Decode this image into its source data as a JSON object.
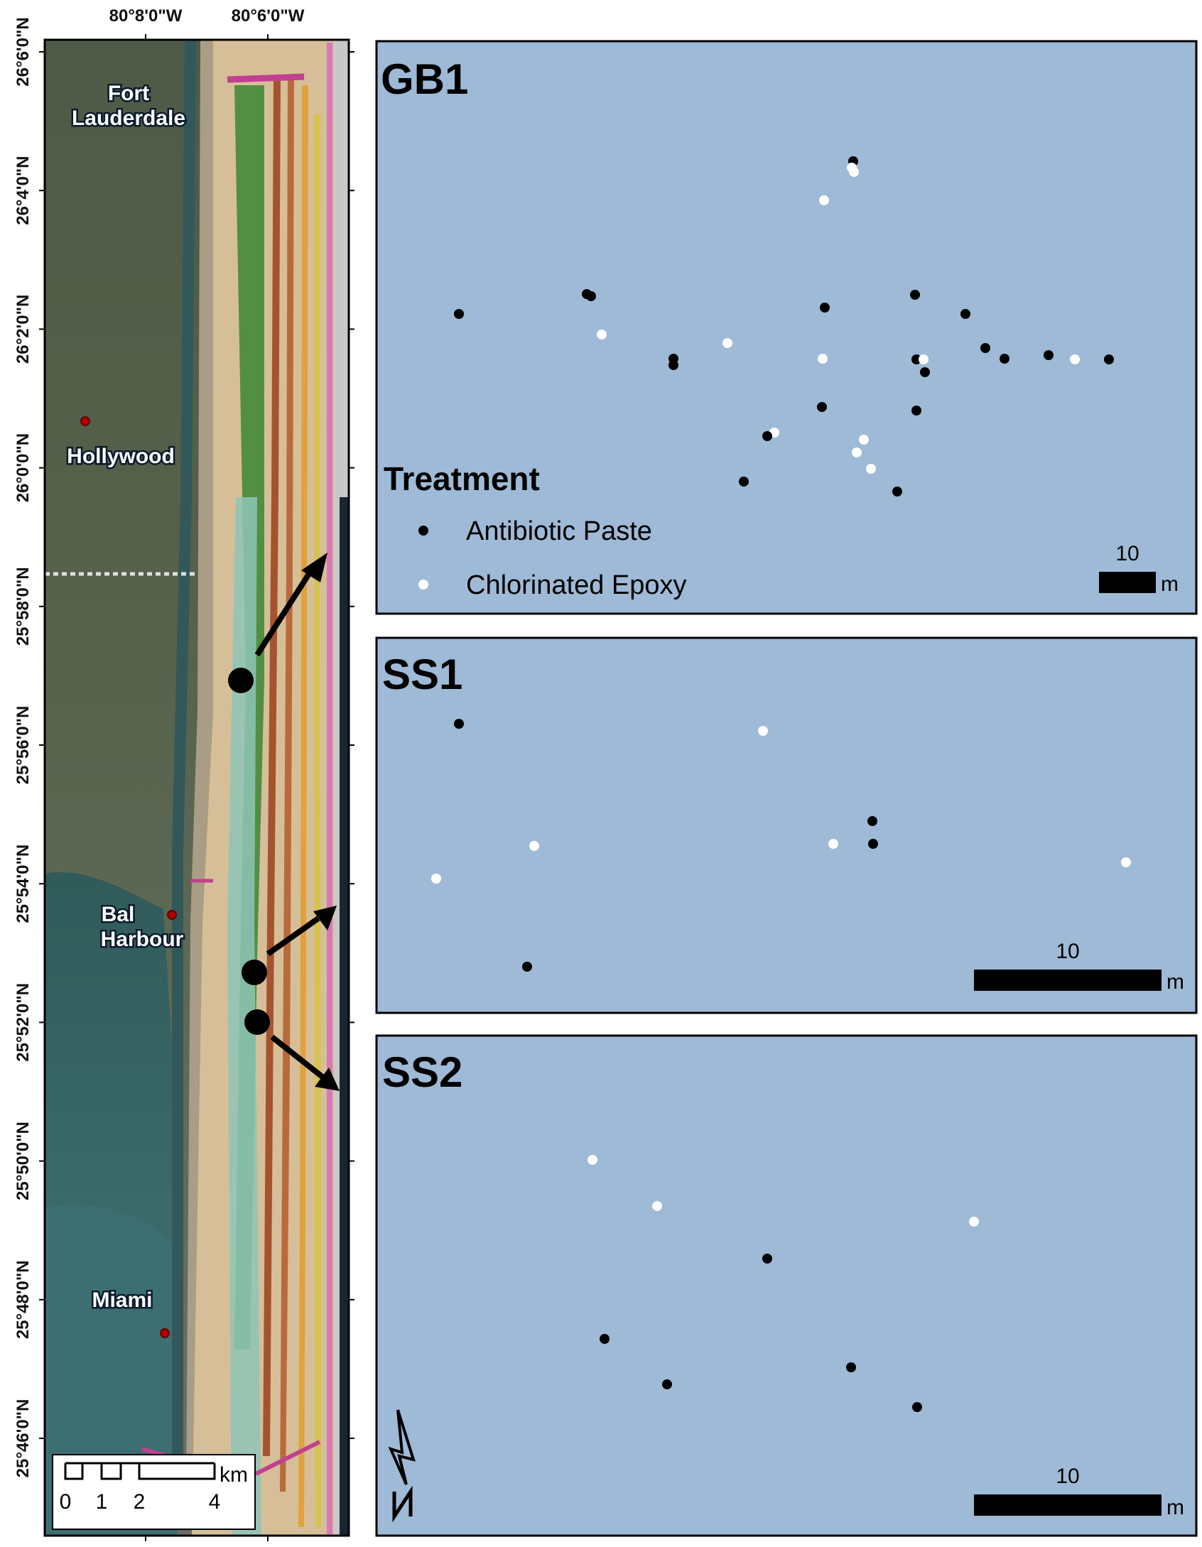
{
  "map": {
    "lon_labels": [
      "80°8'0\"W",
      "80°6'0\"W"
    ],
    "lat_labels": [
      "26°6'0\"N",
      "26°4'0\"N",
      "26°2'0\"N",
      "26°0'0\"N",
      "25°58'0\"N",
      "25°56'0\"N",
      "25°54'0\"N",
      "25°52'0\"N",
      "25°50'0\"N",
      "25°48'0\"N",
      "25°46'0\"N"
    ],
    "cities": [
      {
        "lines": [
          "Fort",
          "Lauderdale"
        ]
      },
      {
        "lines": [
          "Hollywood"
        ]
      },
      {
        "lines": [
          "Bal",
          "Harbour"
        ]
      },
      {
        "lines": [
          "Miami"
        ]
      }
    ],
    "scalebar": {
      "labels": [
        "0",
        "1",
        "2",
        "4"
      ],
      "unit": "km"
    }
  },
  "legend": {
    "title": "Treatment",
    "items": [
      {
        "label": "Antibiotic Paste",
        "color": "#000000"
      },
      {
        "label": "Chlorinated Epoxy",
        "color": "#ffffff"
      }
    ]
  },
  "panels": [
    {
      "title": "GB1",
      "scale_label": "10",
      "scale_unit": "m"
    },
    {
      "title": "SS1",
      "scale_label": "10",
      "scale_unit": "m"
    },
    {
      "title": "SS2",
      "scale_label": "10",
      "scale_unit": "m"
    }
  ],
  "colors": {
    "water": "#9fbad6",
    "antibiotic": "#000000",
    "epoxy": "#ffffff"
  }
}
